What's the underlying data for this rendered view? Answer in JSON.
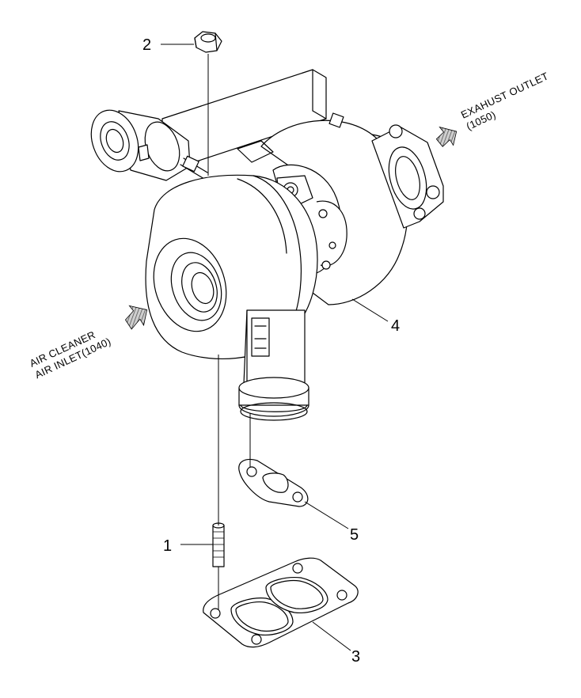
{
  "callouts": [
    {
      "id": "1",
      "label": "1"
    },
    {
      "id": "2",
      "label": "2"
    },
    {
      "id": "3",
      "label": "3"
    },
    {
      "id": "4",
      "label": "4"
    },
    {
      "id": "5",
      "label": "5"
    }
  ],
  "flow_labels": {
    "exhaust": {
      "line1": "EXAHUST OUTLET",
      "line2": "(1050)"
    },
    "air_inlet": {
      "line1": "AIR CLEANER",
      "line2": "AIR INLET(1040)"
    }
  },
  "colors": {
    "line": "#000000",
    "background": "#ffffff",
    "arrow_fill": "#9a9a9a"
  },
  "icons": {
    "flow_arrow": "hatched-arrow-icon"
  }
}
